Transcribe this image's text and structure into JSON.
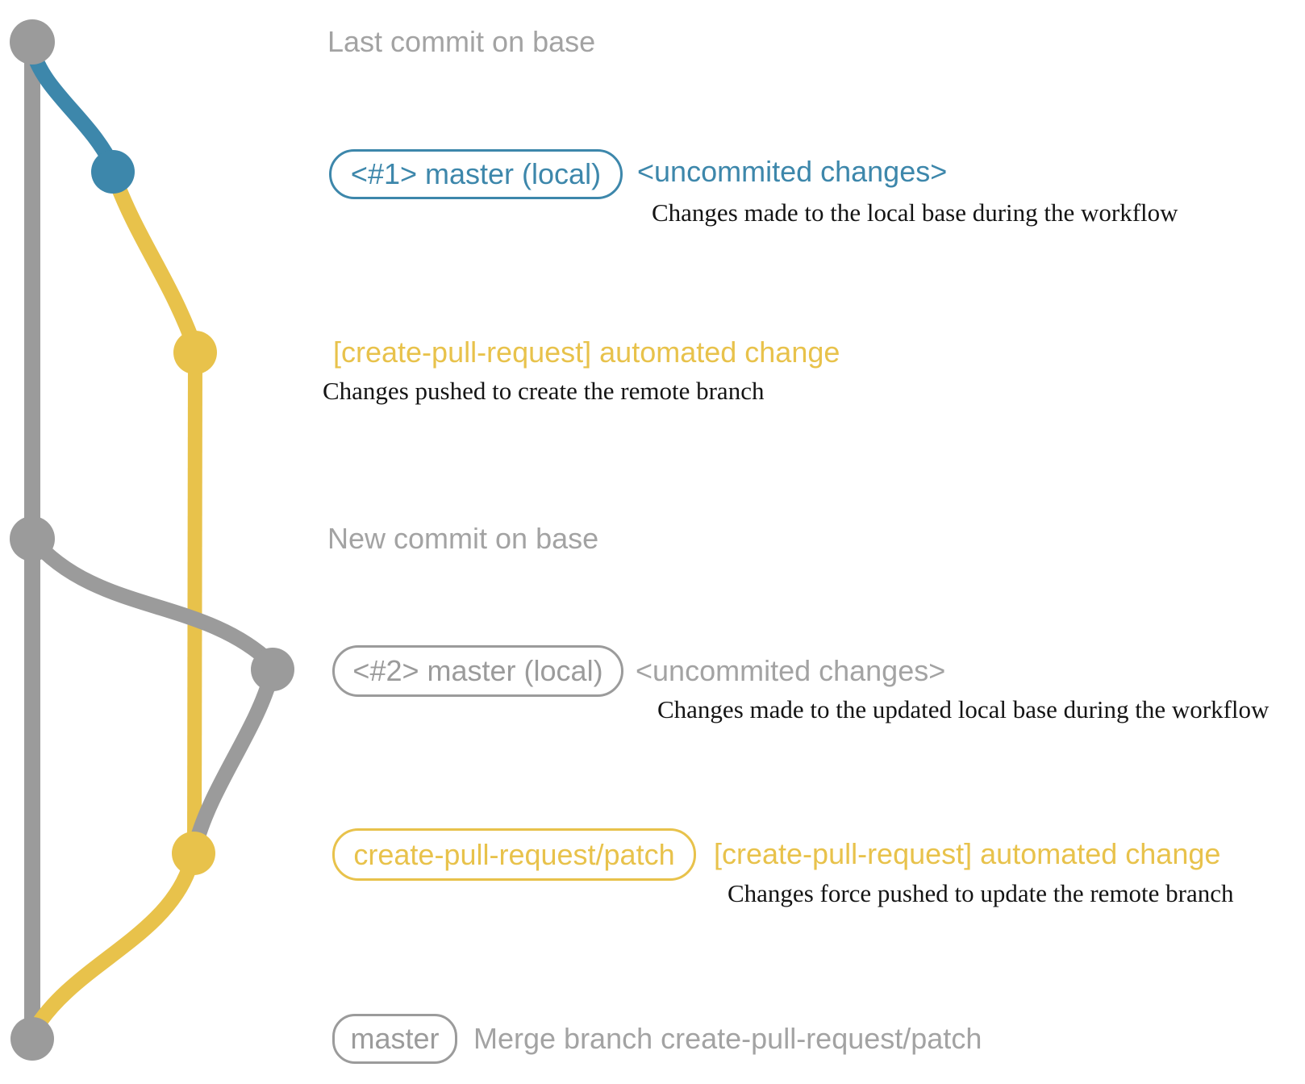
{
  "colors": {
    "gray": "#9b9b9b",
    "gray_text": "#a3a3a3",
    "blue": "#3d87ab",
    "yellow": "#e8c24b",
    "black": "#141414"
  },
  "rows": {
    "row_a": {
      "text": "Last commit on base"
    },
    "row_b": {
      "badge": "<#1> master (local)",
      "annotation": "<uncommited changes>",
      "description": "Changes made to the local base during the workflow"
    },
    "row_c": {
      "annotation": "[create-pull-request] automated change",
      "description": "Changes pushed to create the remote branch"
    },
    "row_d": {
      "text": "New commit on base"
    },
    "row_e": {
      "badge": "<#2> master (local)",
      "annotation": "<uncommited changes>",
      "description": "Changes made to the updated local base during the workflow"
    },
    "row_f": {
      "badge": "create-pull-request/patch",
      "annotation": "[create-pull-request] automated change",
      "description": "Changes force pushed to update the remote branch"
    },
    "row_g": {
      "badge": "master",
      "text": "Merge branch create-pull-request/patch"
    }
  },
  "graph": {
    "branches": [
      {
        "name": "base",
        "color": "gray"
      },
      {
        "name": "master-local",
        "color": "blue"
      },
      {
        "name": "create-pull-request-patch",
        "color": "yellow"
      }
    ],
    "nodes": [
      {
        "id": "last-commit-on-base",
        "color": "gray"
      },
      {
        "id": "uncommited-changes-1",
        "color": "blue"
      },
      {
        "id": "automated-change-1",
        "color": "yellow"
      },
      {
        "id": "new-commit-on-base",
        "color": "gray"
      },
      {
        "id": "uncommited-changes-2",
        "color": "gray"
      },
      {
        "id": "automated-change-2",
        "color": "yellow"
      },
      {
        "id": "merge-commit",
        "color": "gray"
      }
    ]
  }
}
